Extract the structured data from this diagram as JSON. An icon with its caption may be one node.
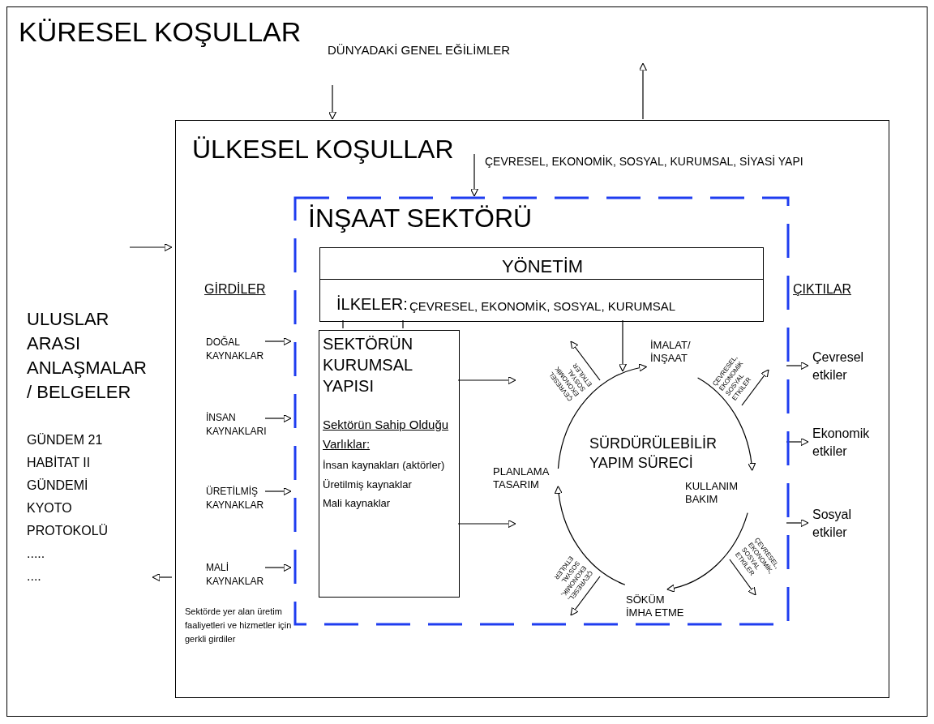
{
  "diagram": {
    "nodes": [
      {
        "text": [
          "KÜRESEL KOŞULLAR",
          "DÜNYADAKİ GENEL EĞİLİMLER"
        ]
      },
      {
        "text": [
          "ÜLKESEL KOŞULLAR",
          "ÇEVRESEL, EKONOMİK, SOSYAL, KURUMSAL, SİYASİ YAPI"
        ],
        "in": 0
      },
      {
        "text": [
          "İNŞAAT SEKTÖRÜ"
        ],
        "in": 1
      },
      {
        "text": [
          "YÖNETİM",
          "İLKELER:",
          "ÇEVRESEL, EKONOMİK, SOSYAL, KURUMSAL"
        ],
        "in": 2
      },
      {
        "text": [
          "SEKTÖRÜN KURUMSAL YAPISI",
          "Sektörün Sahip Olduğu Varlıklar:",
          "İnsan kaynakları (aktörler)",
          "Üretilmiş kaynaklar",
          "Mali kaynaklar"
        ],
        "in": 2
      },
      {
        "text": [
          "İMALAT/ İNŞAAT"
        ],
        "in": 2
      },
      {
        "text": [
          "KULLANIM BAKIM"
        ],
        "in": 2
      },
      {
        "text": [
          "SÖKÜM İMHA ETME"
        ],
        "in": 2
      },
      {
        "text": [
          "PLANLAMA TASARIM"
        ],
        "in": 2
      },
      {
        "text": [
          "SÜRDÜRÜLEBİLİR YAPIM SÜRECİ"
        ],
        "in": 2
      },
      {
        "text": [
          "DOĞAL KAYNAKLAR"
        ],
        "in": 1
      },
      {
        "text": [
          "İNSAN KAYNAKLARI"
        ],
        "in": 1
      },
      {
        "text": [
          "ÜRETİLMİŞ KAYNAKLAR"
        ],
        "in": 1
      },
      {
        "text": [
          "MALİ KAYNAKLAR"
        ],
        "in": 1
      },
      {
        "text": [
          "Çevresel etkiler"
        ],
        "in": 1
      },
      {
        "text": [
          "Ekonomik etkiler"
        ],
        "in": 1
      },
      {
        "text": [
          "Sosyal etkiler"
        ],
        "in": 1
      },
      {
        "text": [
          "ULUSLAR ARASI ANLAŞMALAR / BELGELER",
          "GÜNDEM 21",
          "HABİTAT II GÜNDEMİ",
          "KYOTO PROTOKOLÜ",
          ".....",
          "...."
        ],
        "in": 0
      }
    ],
    "edges": [
      {
        "from": null,
        "to": 1,
        "arrow": "to"
      },
      {
        "from": 1,
        "to": null,
        "arrow": "to"
      },
      {
        "from": null,
        "to": 1,
        "arrow": "to"
      },
      {
        "from": 1,
        "to": 17,
        "arrow": "to"
      },
      {
        "from": null,
        "to": 2,
        "arrow": "to"
      },
      {
        "from": 3,
        "to": 4,
        "arrow": "none"
      },
      {
        "from": 3,
        "to": 4,
        "arrow": "none"
      },
      {
        "from": 3,
        "to": 5,
        "arrow": "to"
      },
      {
        "from": 10,
        "to": 2,
        "arrow": "to"
      },
      {
        "from": 11,
        "to": 2,
        "arrow": "to"
      },
      {
        "from": 12,
        "to": 2,
        "arrow": "to"
      },
      {
        "from": 13,
        "to": 2,
        "arrow": "to"
      },
      {
        "from": 4,
        "to": null,
        "arrow": "to"
      },
      {
        "from": 4,
        "to": null,
        "arrow": "to"
      },
      {
        "from": 8,
        "to": 5,
        "arrow": "to"
      },
      {
        "from": 5,
        "to": 6,
        "arrow": "to"
      },
      {
        "from": 6,
        "to": 7,
        "arrow": "to"
      },
      {
        "from": 7,
        "to": 8,
        "arrow": "to"
      },
      {
        "from": 2,
        "to": 14,
        "arrow": "to"
      },
      {
        "from": 2,
        "to": 15,
        "arrow": "to"
      },
      {
        "from": 2,
        "to": 16,
        "arrow": "to"
      }
    ],
    "labels": [
      "GİRDİLER",
      "ÇIKTILAR",
      "ÇEVRESEL EKONOMİK SOSYAL ETKİLER",
      "ÇEVRESEL, EKONOMİK SOSYAL ETKİLER",
      "ÇEVRESEL, EKONOMİK, SOSYAL ETKİLER",
      "ÇEVRESEL, EKONOMİK, SOSYAL ETKİLER",
      "Sektörde yer alan üretim faaliyetleri ve hizmetler için gerkli girdiler"
    ]
  }
}
